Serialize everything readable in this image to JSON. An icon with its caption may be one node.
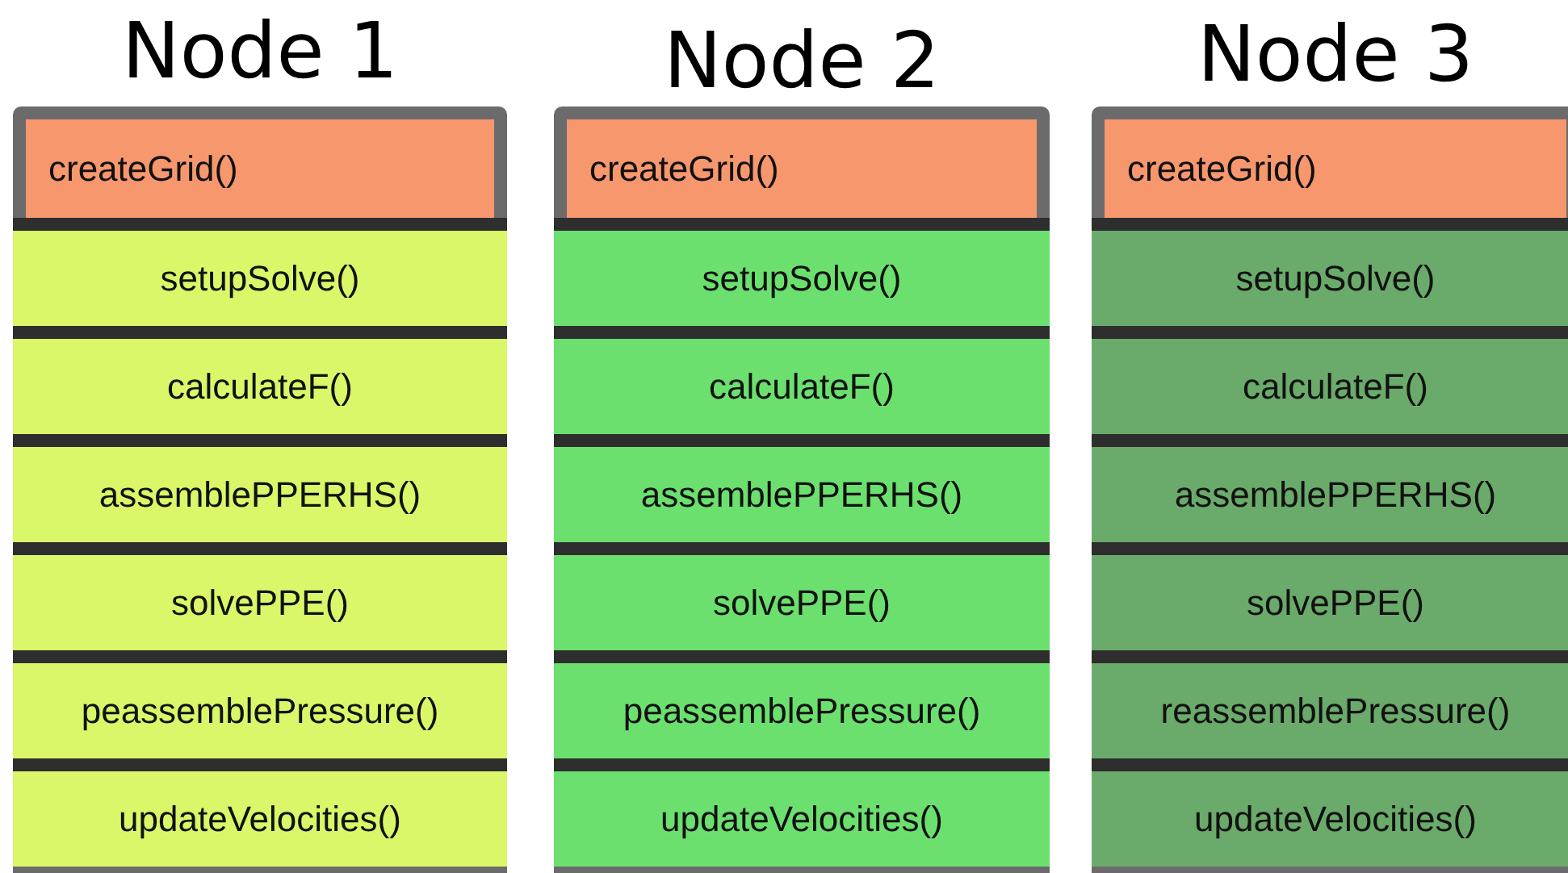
{
  "diagram": {
    "nodes": [
      {
        "text": [
          "Node 1"
        ]
      },
      {
        "text": [
          "createGrid()"
        ],
        "in": 0
      },
      {
        "text": [
          "setupSolve()"
        ],
        "in": 0
      },
      {
        "text": [
          "calculateF()"
        ],
        "in": 0
      },
      {
        "text": [
          "assemblePPERHS()"
        ],
        "in": 0
      },
      {
        "text": [
          "solvePPE()"
        ],
        "in": 0
      },
      {
        "text": [
          "peassemblePressure()"
        ],
        "in": 0
      },
      {
        "text": [
          "updateVelocities()"
        ],
        "in": 0
      },
      {
        "text": [
          "Node 2"
        ]
      },
      {
        "text": [
          "createGrid()"
        ],
        "in": 8
      },
      {
        "text": [
          "setupSolve()"
        ],
        "in": 8
      },
      {
        "text": [
          "calculateF()"
        ],
        "in": 8
      },
      {
        "text": [
          "assemblePPERHS()"
        ],
        "in": 8
      },
      {
        "text": [
          "solvePPE()"
        ],
        "in": 8
      },
      {
        "text": [
          "peassemblePressure()"
        ],
        "in": 8
      },
      {
        "text": [
          "updateVelocities()"
        ],
        "in": 8
      },
      {
        "text": [
          "Node 3"
        ]
      },
      {
        "text": [
          "createGrid()"
        ],
        "in": 16
      },
      {
        "text": [
          "setupSolve()"
        ],
        "in": 16
      },
      {
        "text": [
          "calculateF()"
        ],
        "in": 16
      },
      {
        "text": [
          "assemblePPERHS()"
        ],
        "in": 16
      },
      {
        "text": [
          "solvePPE()"
        ],
        "in": 16
      },
      {
        "text": [
          "reassemblePressure()"
        ],
        "in": 16
      },
      {
        "text": [
          "updateVelocities()"
        ],
        "in": 16
      }
    ]
  }
}
